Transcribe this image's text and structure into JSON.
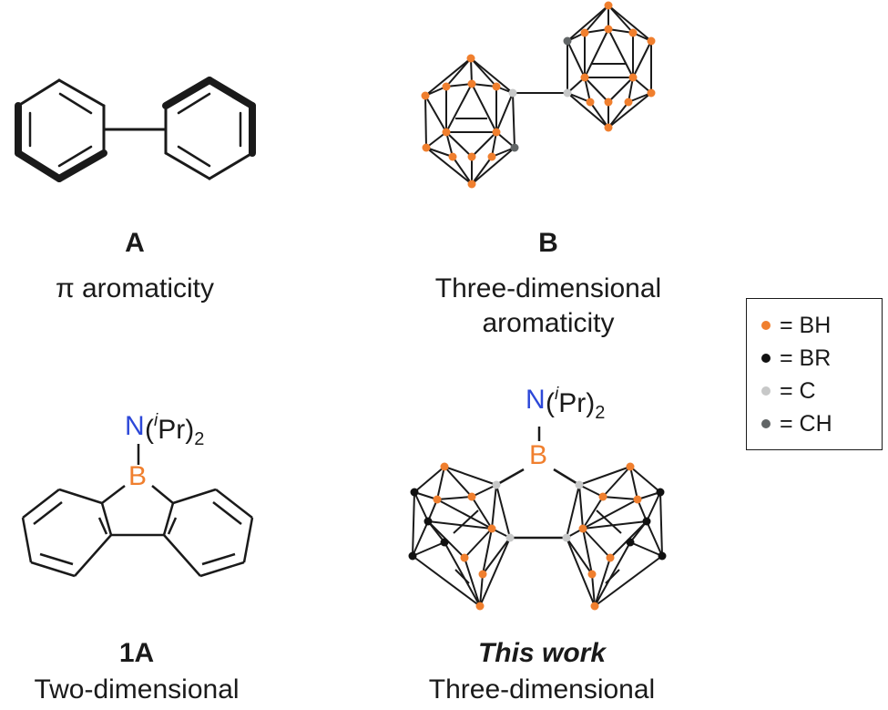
{
  "molecules": {
    "A": {
      "label": "A",
      "caption": "π aromaticity"
    },
    "B": {
      "label": "B",
      "caption_line1": "Three-dimensional",
      "caption_line2": "aromaticity"
    },
    "A1": {
      "label": "1A",
      "caption_line1": "Two-dimensional",
      "atom_n": "N",
      "atom_b": "B",
      "substituent_open": "(",
      "substituent_i": "i",
      "substituent_rest": "Pr)",
      "substituent_sub": "2"
    },
    "work": {
      "label": "This work",
      "caption_line1": "Three-dimensional",
      "atom_n": "N",
      "atom_b": "B",
      "substituent_open": "(",
      "substituent_i": "i",
      "substituent_rest": "Pr)",
      "substituent_sub": "2"
    }
  },
  "legend": {
    "items": [
      {
        "symbol": "= BH",
        "color": "#f07f2e"
      },
      {
        "symbol": "= BR",
        "color": "#111111"
      },
      {
        "symbol": "= C",
        "color": "#c7c8c8"
      },
      {
        "symbol": "= CH",
        "color": "#616566"
      }
    ]
  },
  "colors": {
    "boron": "#f07f2e",
    "nitrogen": "#2d48d8",
    "bond": "#1a1a1a"
  }
}
